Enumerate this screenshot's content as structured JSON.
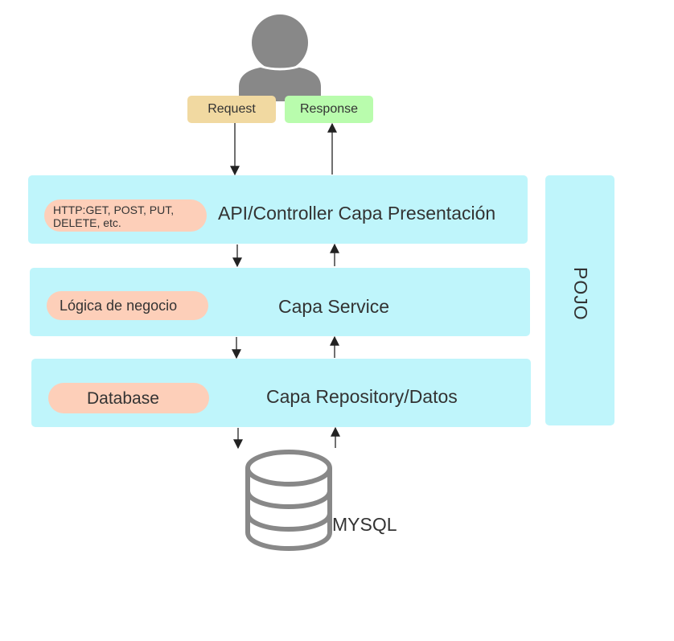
{
  "colors": {
    "layer_fill": "#bff5fb",
    "pill_fill": "#fdcfb9",
    "request_fill": "#f1d9a1",
    "response_fill": "#b9fcad",
    "icon_gray": "#888888",
    "arrow": "#222222"
  },
  "user": {
    "icon": "user-icon",
    "request_label": "Request",
    "response_label": "Response"
  },
  "layers": {
    "presentation": {
      "title": "API/Controller Capa Presentación",
      "pill_line1": "HTTP:GET, POST, PUT,",
      "pill_line2": "DELETE, etc."
    },
    "service": {
      "title": "Capa Service",
      "pill": "Lógica de negocio"
    },
    "repository": {
      "title": "Capa Repository/Datos",
      "pill": "Database"
    }
  },
  "pojo": {
    "label": "POJO"
  },
  "database": {
    "icon": "database-icon",
    "label": "MYSQL"
  }
}
